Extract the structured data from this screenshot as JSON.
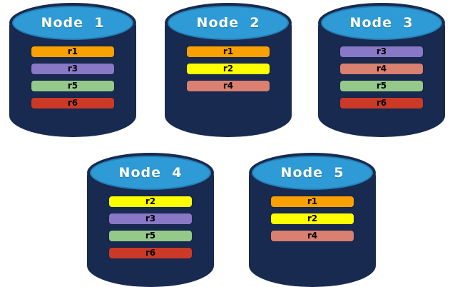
{
  "diagram": {
    "description": "Five database nodes shown as cylinders, each storing a set of replicas",
    "colors": {
      "cylinder_body": "#182A50",
      "cylinder_top": "#2E9BD6",
      "title_text": "#FFFFFF",
      "bar_text": "#000000",
      "replicas": {
        "r1": "#F9A102",
        "r2": "#FDFF00",
        "r3": "#8878C6",
        "r4": "#D98070",
        "r5": "#95C98A",
        "r6": "#CB3A27"
      }
    },
    "nodes": [
      {
        "label": "Node  1",
        "replicas": [
          "r1",
          "r3",
          "r5",
          "r6"
        ]
      },
      {
        "label": "Node  2",
        "replicas": [
          "r1",
          "r2",
          "r4"
        ]
      },
      {
        "label": "Node  3",
        "replicas": [
          "r3",
          "r4",
          "r5",
          "r6"
        ]
      },
      {
        "label": "Node  4",
        "replicas": [
          "r2",
          "r3",
          "r5",
          "r6"
        ]
      },
      {
        "label": "Node  5",
        "replicas": [
          "r1",
          "r2",
          "r4"
        ]
      }
    ]
  }
}
